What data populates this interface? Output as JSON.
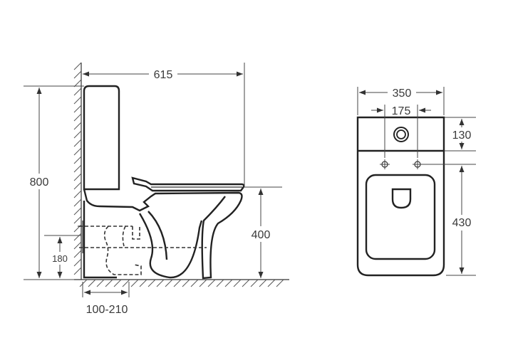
{
  "dimensions": {
    "side_length": "615",
    "side_height": "800",
    "seat_height": "400",
    "inlet_height": "180",
    "outlet_distance": "100-210",
    "top_width": "350",
    "top_hole_spacing": "175",
    "top_tank_depth": "130",
    "top_bowl_depth": "430"
  }
}
